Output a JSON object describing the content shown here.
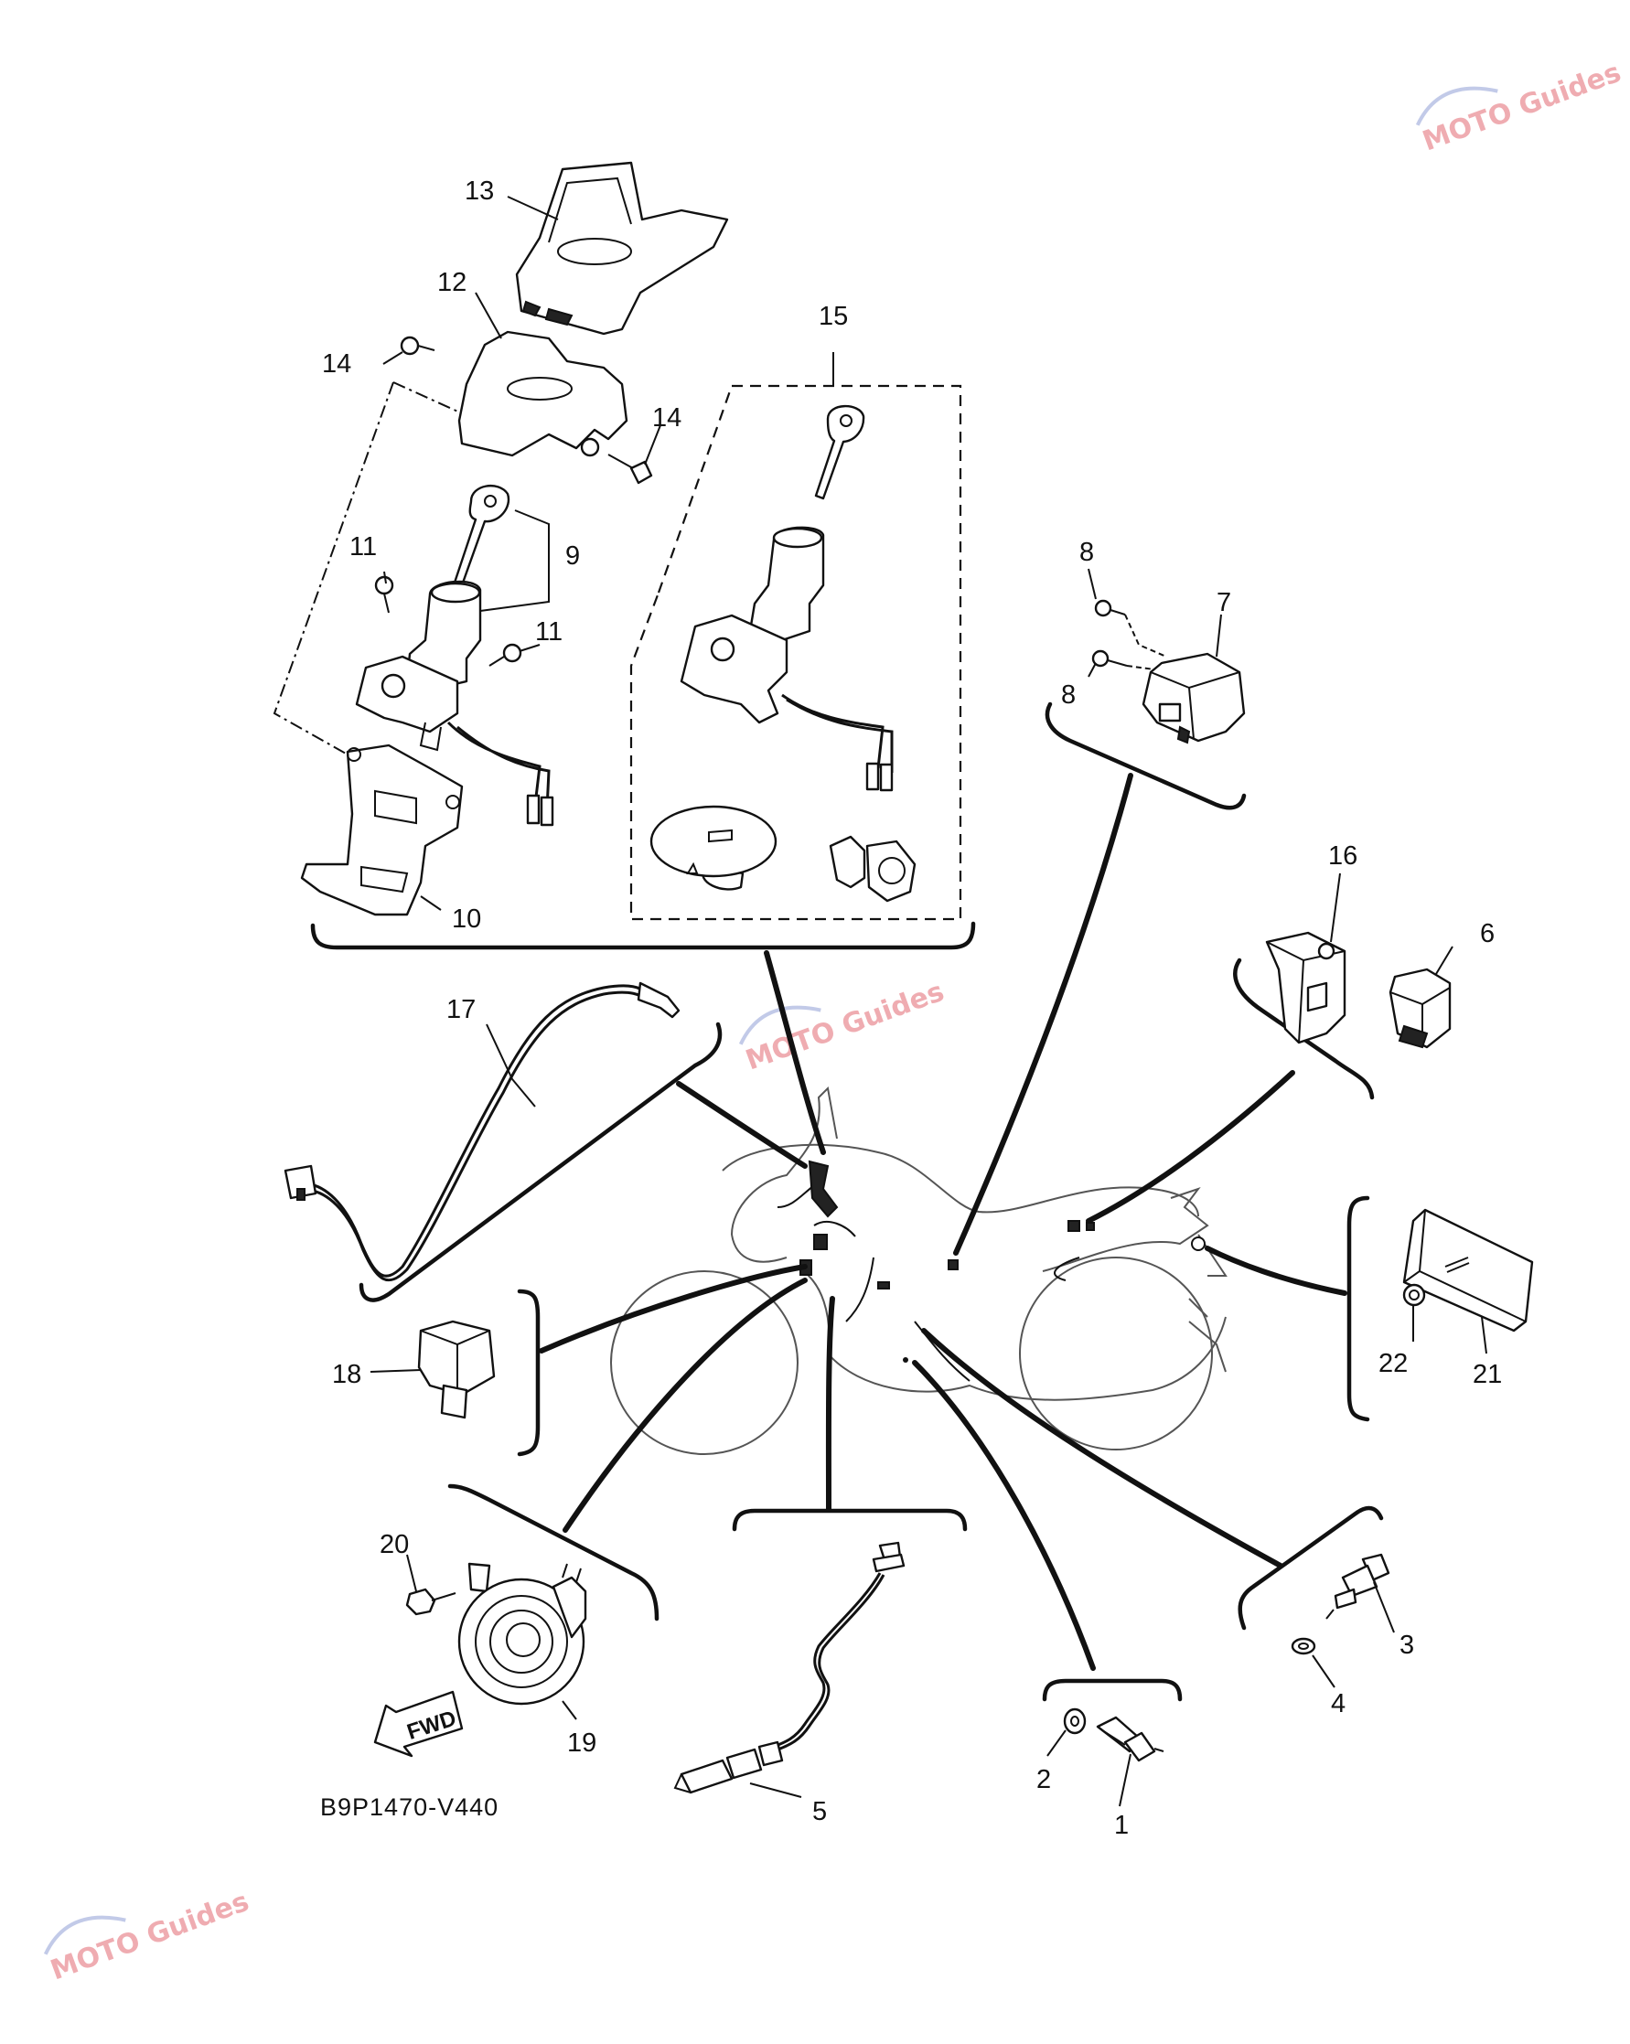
{
  "diagram": {
    "reference_code": "B9P1470-V440",
    "fwd_label": "FWD",
    "watermark": "MOTO Guides",
    "callouts": [
      "1",
      "2",
      "3",
      "4",
      "5",
      "6",
      "7",
      "8",
      "8",
      "9",
      "10",
      "11",
      "11",
      "12",
      "13",
      "14",
      "14",
      "15",
      "16",
      "17",
      "18",
      "19",
      "20",
      "21",
      "22"
    ]
  }
}
